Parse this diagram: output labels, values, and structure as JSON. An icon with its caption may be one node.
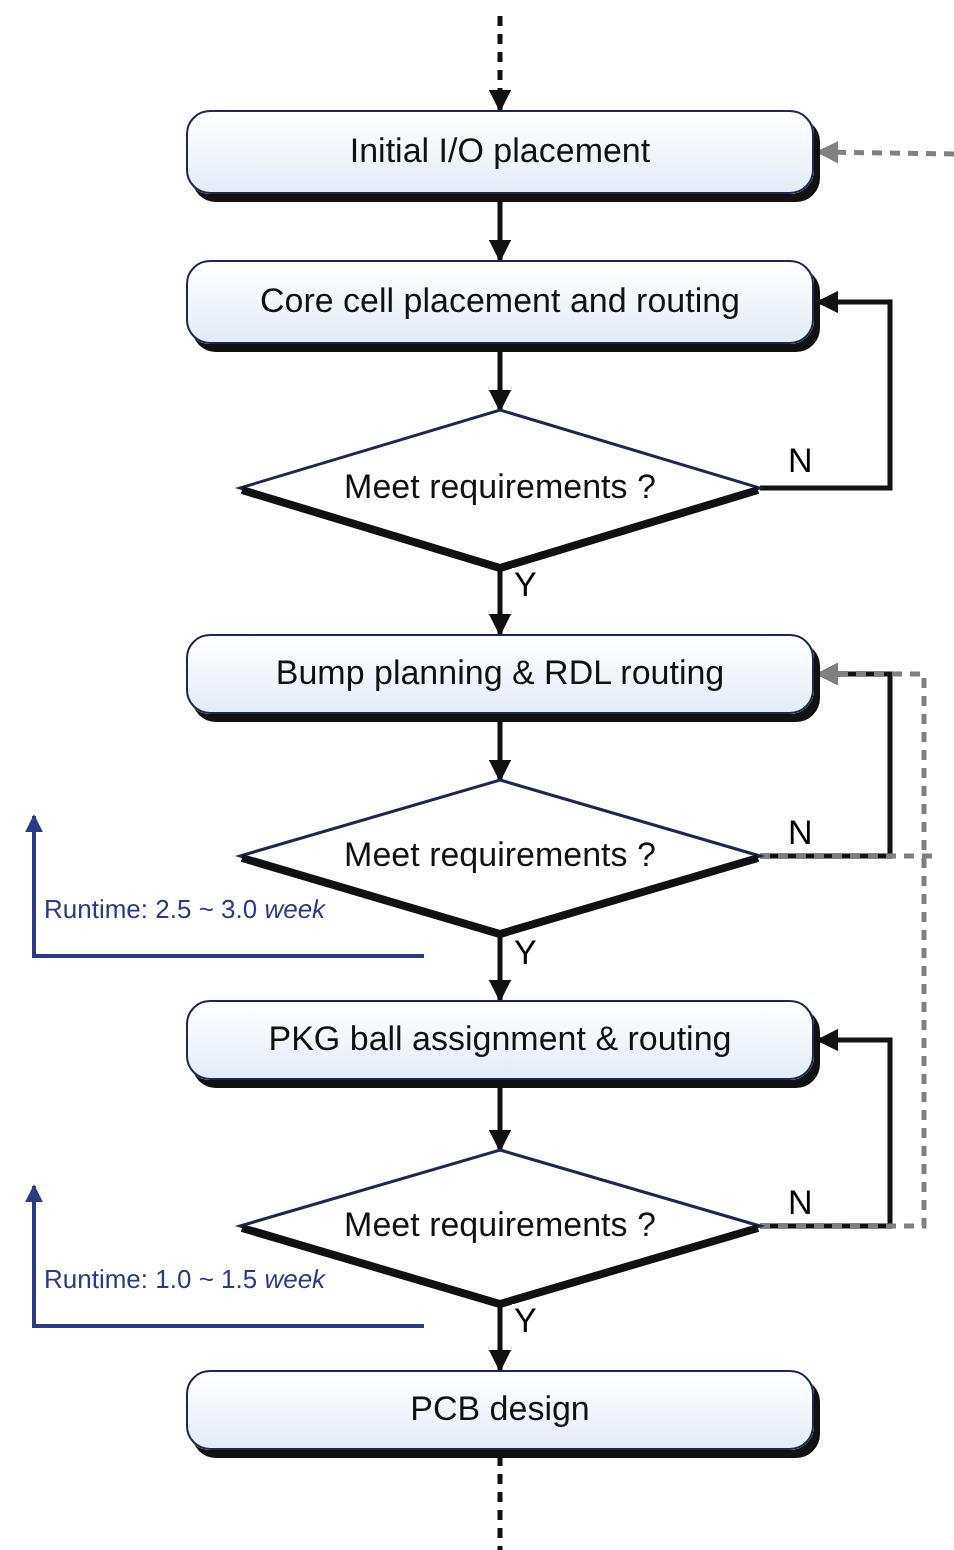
{
  "diagram": {
    "nodes": [
      {
        "text": [
          "Initial I/O placement"
        ]
      },
      {
        "text": [
          "Core cell placement and routing"
        ]
      },
      {
        "text": [
          "Meet requirements ?"
        ]
      },
      {
        "text": [
          "Bump planning & RDL routing"
        ]
      },
      {
        "text": [
          "Meet requirements ?"
        ]
      },
      {
        "text": [
          "PKG ball assignment & routing"
        ]
      },
      {
        "text": [
          "Meet requirements ?"
        ]
      },
      {
        "text": [
          "PCB design"
        ]
      }
    ],
    "edges": [
      {
        "from": null,
        "to": 0,
        "arrow": "to",
        "style": "dashed"
      },
      {
        "from": null,
        "to": 0,
        "arrow": "to",
        "style": "dashed",
        "color": "#808080"
      },
      {
        "from": 0,
        "to": 1,
        "arrow": "to"
      },
      {
        "from": 1,
        "to": 2,
        "arrow": "to"
      },
      {
        "from": 2,
        "to": 1,
        "arrow": "to",
        "label": "N"
      },
      {
        "from": 2,
        "to": 3,
        "arrow": "to",
        "label": "Y"
      },
      {
        "from": 3,
        "to": 4,
        "arrow": "to"
      },
      {
        "from": 4,
        "to": 3,
        "arrow": "to",
        "label": "N"
      },
      {
        "from": 4,
        "to": null,
        "arrow": "none",
        "style": "dashed",
        "color": "#808080"
      },
      {
        "from": 4,
        "to": 5,
        "arrow": "to",
        "label": "Y"
      },
      {
        "from": 5,
        "to": 6,
        "arrow": "to"
      },
      {
        "from": 6,
        "to": 5,
        "arrow": "to",
        "label": "N"
      },
      {
        "from": 6,
        "to": 3,
        "arrow": "to",
        "style": "dashed",
        "color": "#808080"
      },
      {
        "from": 6,
        "to": 7,
        "arrow": "to",
        "label": "Y"
      },
      {
        "from": 7,
        "to": null,
        "arrow": "none",
        "style": "dashed"
      }
    ],
    "labels": [
      "Runtime: 2.5 ~ 3.0 *week*",
      "Runtime: 1.0 ~ 1.5 *week*"
    ]
  }
}
